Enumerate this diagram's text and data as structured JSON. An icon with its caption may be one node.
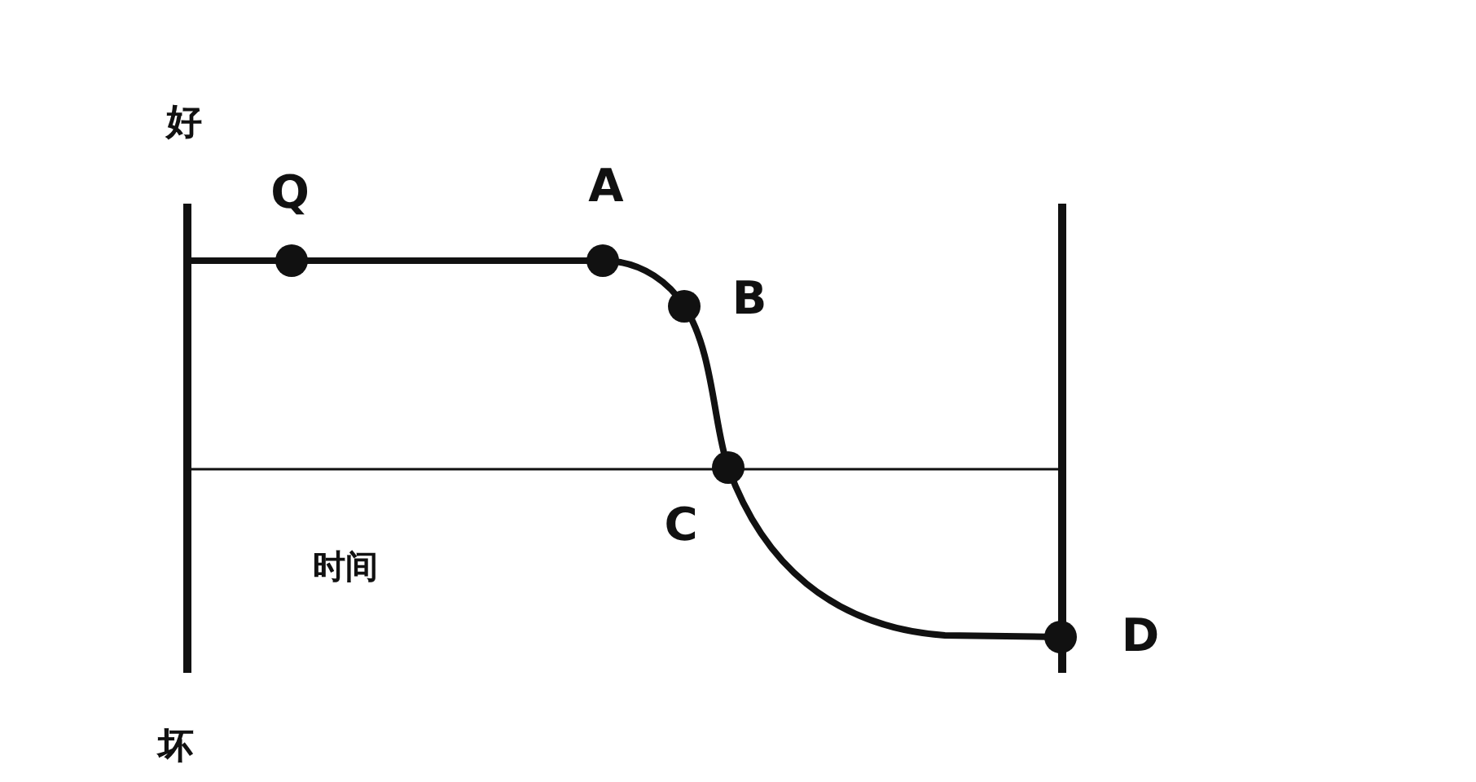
{
  "diagram": {
    "labels": [
      "好",
      "Q",
      "A",
      "B",
      "C",
      "D",
      "时间",
      "坏"
    ]
  }
}
